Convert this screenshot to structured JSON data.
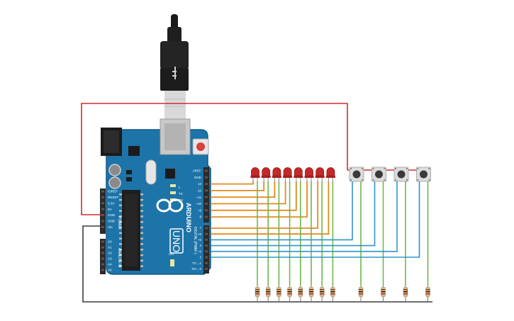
{
  "board": {
    "brand": "ARDUINO",
    "model": "UNO",
    "on_label": "ON",
    "power_header_label": "POWER",
    "analog_header_label": "ANALOG IN",
    "digital_header_label": "DIGITAL (PWM~)",
    "tx_label": "TX",
    "rx_label": "RX",
    "l_label": "L",
    "power_pins": [
      "IOREF",
      "RESET",
      "3.3V",
      "5V",
      "GND",
      "GND",
      "Vin"
    ],
    "analog_pins": [
      "A0",
      "A1",
      "A2",
      "A3",
      "A4",
      "A5"
    ],
    "digital_top_pins": [
      "AREF",
      "GND",
      "13",
      "12",
      "~11",
      "~10",
      "~9",
      "8"
    ],
    "digital_bottom_pins": [
      "7",
      "~6",
      "~5",
      "4",
      "~3",
      "2",
      "TX→1",
      "RX←0"
    ]
  },
  "components": {
    "led_count": 8,
    "button_count": 4,
    "led_resistor_count": 8,
    "button_resistor_count": 4,
    "usb_cable": "usb-cable-icon"
  },
  "colors": {
    "board": "#1c74a9",
    "board_dark": "#125a88",
    "header": "#2b2b2b",
    "led_wire": "#e58a1f",
    "button_wire": "#2f95c9",
    "ground_wire": "#6cb84a",
    "power_wire": "#d22b2b",
    "ground_rail": "#3b3b3b",
    "led": "#c62828",
    "resistor": "#d9b88a"
  }
}
